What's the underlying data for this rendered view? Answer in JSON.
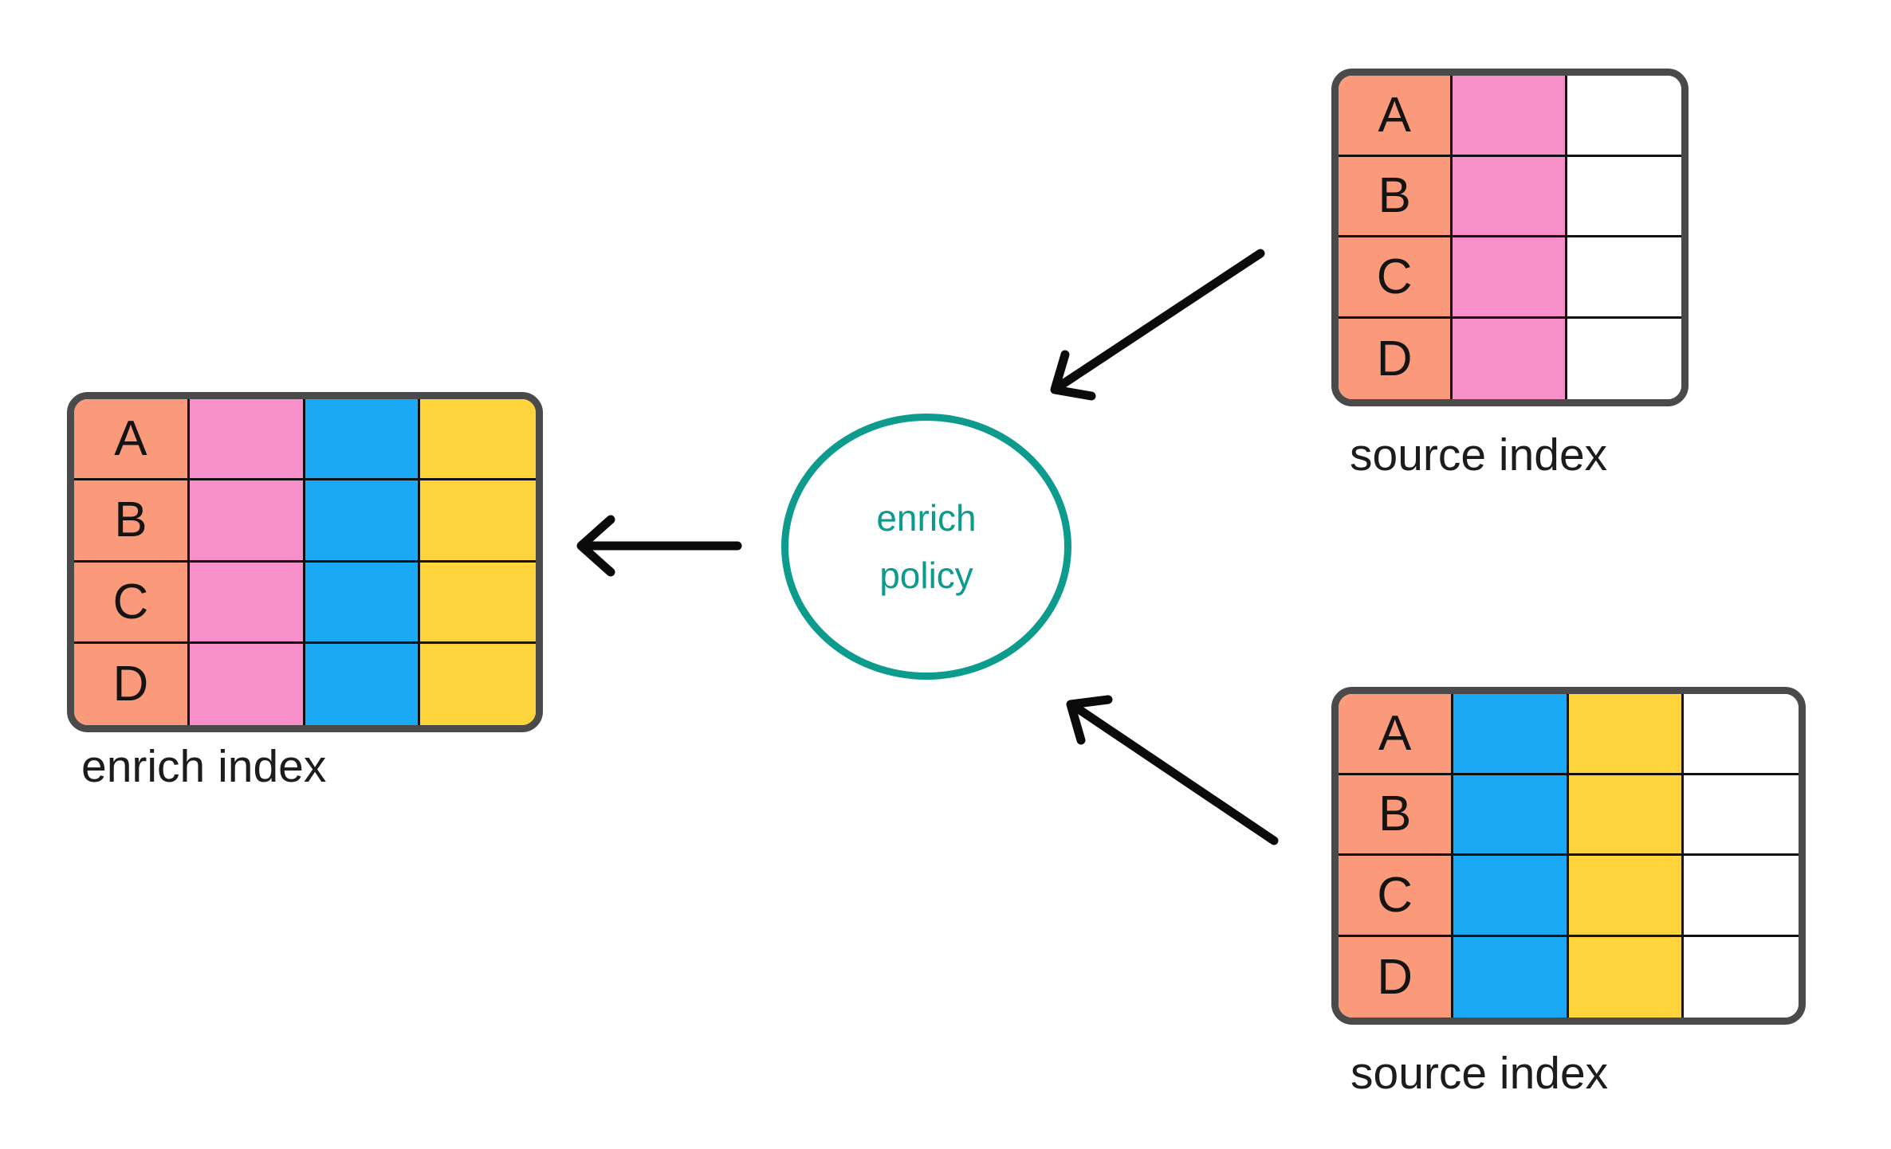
{
  "diagram": {
    "background": "#FFFFFF",
    "colors": {
      "salmon": "#FA9A7A",
      "pink": "#F78FC8",
      "blue": "#1BA9F5",
      "yellow": "#FED33C",
      "white": "#FFFFFF",
      "teal": "#0D9B8E",
      "table_border": "#4A4A4A",
      "grid_line": "#121212",
      "arrow": "#0B0B0B",
      "label_text": "#1C1C1C"
    },
    "policy": {
      "label_line1": "enrich",
      "label_line2": "policy"
    },
    "tables": {
      "enrich_index": {
        "label": "enrich index",
        "rows": [
          "A",
          "B",
          "C",
          "D"
        ],
        "columns": [
          "salmon",
          "pink",
          "blue",
          "yellow"
        ]
      },
      "source_index_top": {
        "label": "source index",
        "rows": [
          "A",
          "B",
          "C",
          "D"
        ],
        "columns": [
          "salmon",
          "pink",
          "white"
        ]
      },
      "source_index_bottom": {
        "label": "source index",
        "rows": [
          "A",
          "B",
          "C",
          "D"
        ],
        "columns": [
          "salmon",
          "blue",
          "yellow",
          "white"
        ]
      }
    }
  }
}
